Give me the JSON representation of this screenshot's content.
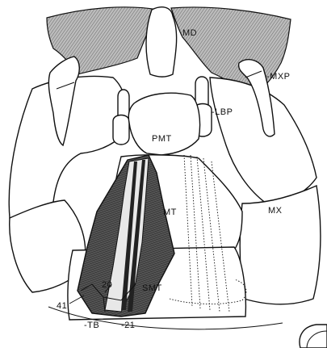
{
  "figure": {
    "labels": {
      "md": "MD",
      "mxp": "-MXP",
      "lbp": "-LBP",
      "pmt": "PMT",
      "mt": "MT",
      "mx": "MX",
      "smt": "SMT",
      "n41": "41",
      "n20": "20",
      "tb": "-TB",
      "n21": "-21"
    },
    "colors": {
      "ink": "#111111",
      "shade": "#7a7a7a",
      "paper": "#ffffff"
    }
  }
}
